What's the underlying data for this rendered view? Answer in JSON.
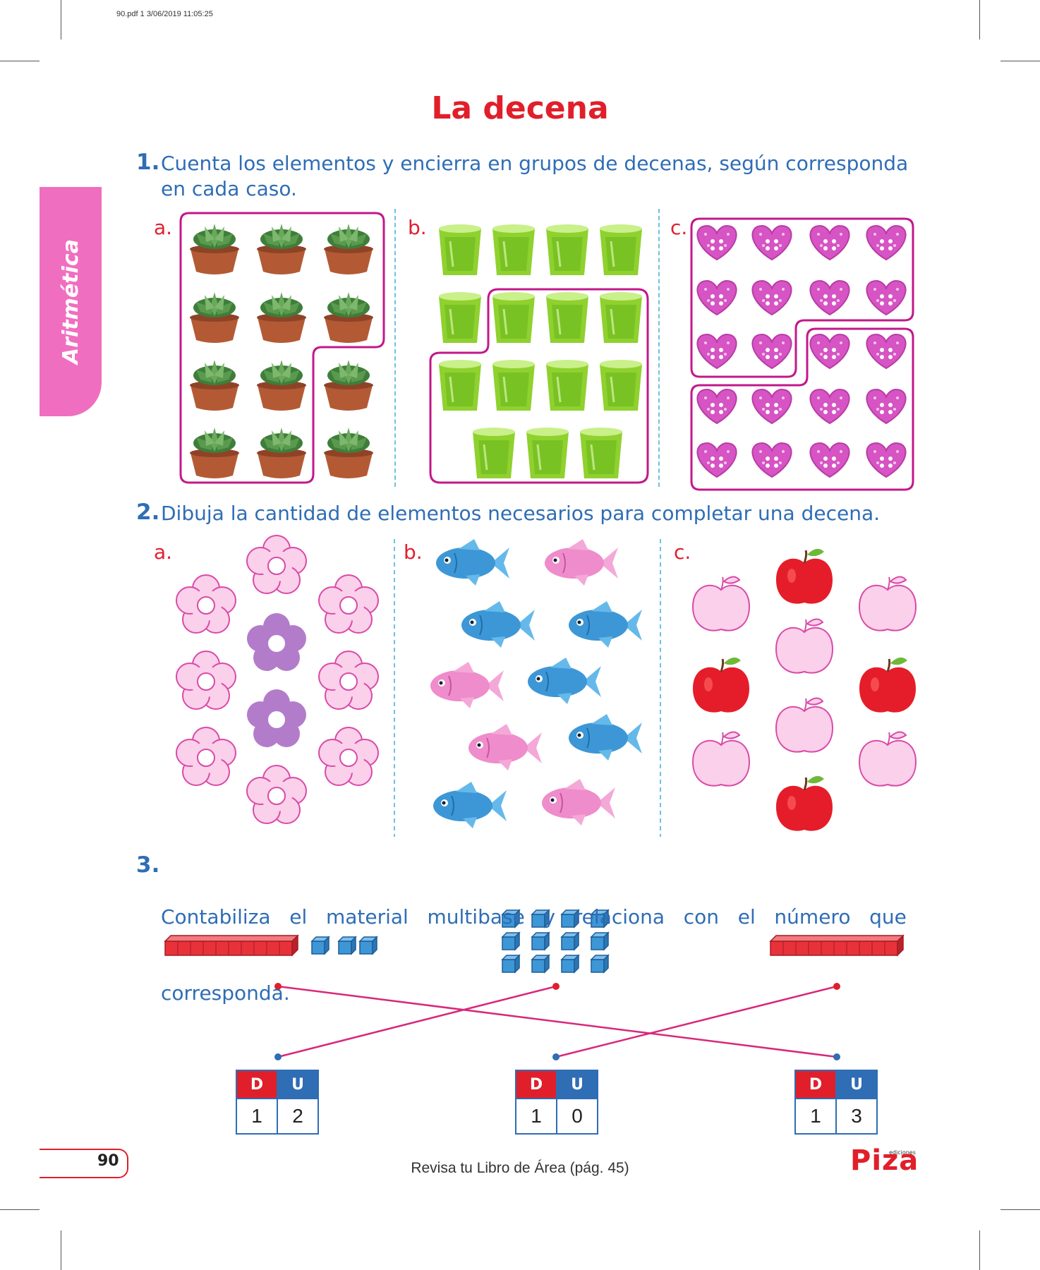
{
  "header_meta": "90.pdf   1   3/06/2019   11:05:25",
  "title": "La decena",
  "sidebar": {
    "label": "Aritmética",
    "color": "#f06ec0"
  },
  "q1": {
    "number": "1.",
    "text_line1": "Cuenta los elementos y encierra en grupos de decenas, según corresponda",
    "text_line2": "en cada caso.",
    "parts": [
      {
        "label": "a.",
        "item": "succulent-pot",
        "count": 12
      },
      {
        "label": "b.",
        "item": "green-glass",
        "count": 15
      },
      {
        "label": "c.",
        "item": "heart-button",
        "count": 20
      }
    ]
  },
  "q2": {
    "number": "2.",
    "text": "Dibuja la cantidad de elementos necesarios para completar una decena.",
    "parts": [
      {
        "label": "a.",
        "item": "flower",
        "drawn": 2,
        "to_complete": 8
      },
      {
        "label": "b.",
        "item": "fish",
        "drawn": 6,
        "to_complete": 4
      },
      {
        "label": "c.",
        "item": "apple",
        "drawn": 4,
        "to_complete": 6
      }
    ]
  },
  "q3": {
    "number": "3.",
    "text_line1": "Contabiliza   el   material   multibase   y   relaciona   con   el   número   que",
    "text_line2": "corresponda.",
    "materials": [
      {
        "tens": 1,
        "units": 3
      },
      {
        "tens": 0,
        "units": 12
      },
      {
        "tens": 1,
        "units": 0
      }
    ],
    "tables": [
      {
        "d_label": "D",
        "u_label": "U",
        "d": "1",
        "u": "2"
      },
      {
        "d_label": "D",
        "u_label": "U",
        "d": "1",
        "u": "0"
      },
      {
        "d_label": "D",
        "u_label": "U",
        "d": "1",
        "u": "3"
      }
    ],
    "connections": [
      "material 1 → 13",
      "material 2 → 12",
      "material 3 → 10"
    ]
  },
  "footer": {
    "page_number": "90",
    "note": "Revisa tu Libro de Área (pág. 45)",
    "publisher": "Piza",
    "publisher_small": "ediciones"
  },
  "colors": {
    "title": "#e01f2a",
    "text": "#2f6db5",
    "label": "#e02030",
    "box": "#c2188a"
  }
}
